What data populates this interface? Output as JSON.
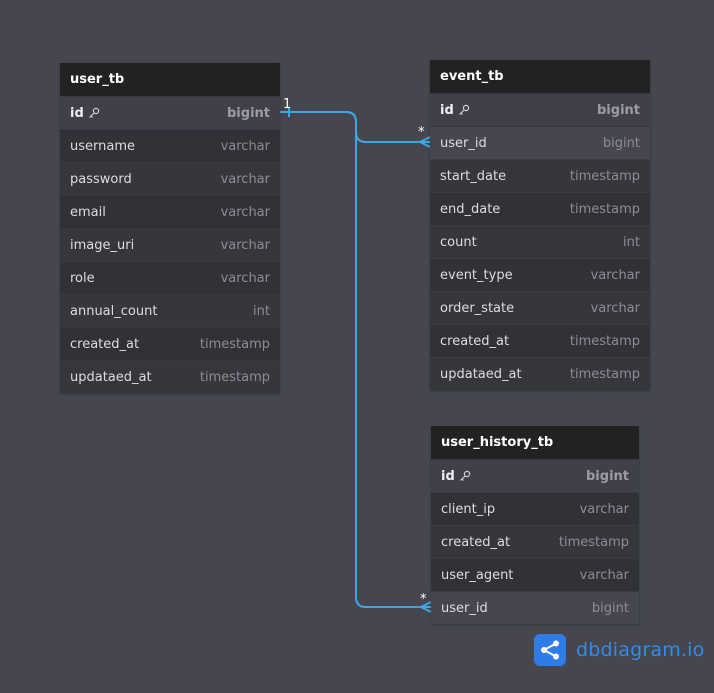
{
  "tables": {
    "user_tb": {
      "name": "user_tb",
      "columns": [
        {
          "name": "id",
          "type": "bigint"
        },
        {
          "name": "username",
          "type": "varchar"
        },
        {
          "name": "password",
          "type": "varchar"
        },
        {
          "name": "email",
          "type": "varchar"
        },
        {
          "name": "image_uri",
          "type": "varchar"
        },
        {
          "name": "role",
          "type": "varchar"
        },
        {
          "name": "annual_count",
          "type": "int"
        },
        {
          "name": "created_at",
          "type": "timestamp"
        },
        {
          "name": "updataed_at",
          "type": "timestamp"
        }
      ]
    },
    "event_tb": {
      "name": "event_tb",
      "columns": [
        {
          "name": "id",
          "type": "bigint"
        },
        {
          "name": "user_id",
          "type": "bigint"
        },
        {
          "name": "start_date",
          "type": "timestamp"
        },
        {
          "name": "end_date",
          "type": "timestamp"
        },
        {
          "name": "count",
          "type": "int"
        },
        {
          "name": "event_type",
          "type": "varchar"
        },
        {
          "name": "order_state",
          "type": "varchar"
        },
        {
          "name": "created_at",
          "type": "timestamp"
        },
        {
          "name": "updataed_at",
          "type": "timestamp"
        }
      ]
    },
    "user_history_tb": {
      "name": "user_history_tb",
      "columns": [
        {
          "name": "id",
          "type": "bigint"
        },
        {
          "name": "client_ip",
          "type": "varchar"
        },
        {
          "name": "created_at",
          "type": "timestamp"
        },
        {
          "name": "user_agent",
          "type": "varchar"
        },
        {
          "name": "user_id",
          "type": "bigint"
        }
      ]
    }
  },
  "relations": {
    "one_label": "1",
    "many_label_event": "*",
    "many_label_history": "*"
  },
  "icons": {
    "primary_key": "key-icon",
    "brand": "share-icon"
  },
  "colors": {
    "connector": "#3fa6e6",
    "brand": "#2f7be8"
  },
  "brand": {
    "text": "dbdiagram.io"
  }
}
